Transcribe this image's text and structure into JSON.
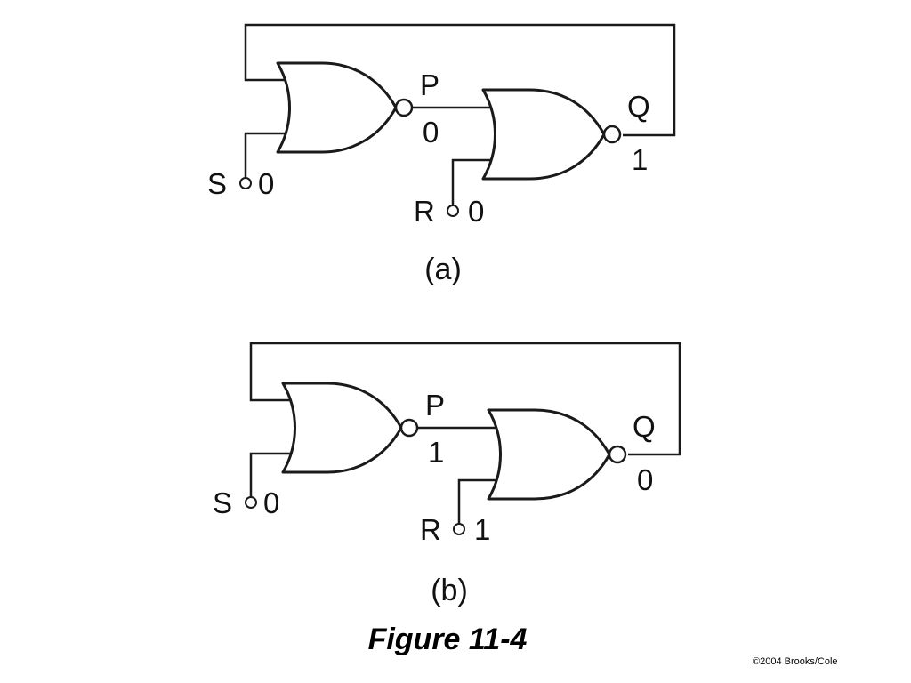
{
  "panels": [
    {
      "caption": "(a)",
      "labels": {
        "p": "P",
        "q": "Q",
        "s": "S",
        "r": "R"
      },
      "values": {
        "p": "0",
        "q": "1",
        "s": "0",
        "r": "0"
      }
    },
    {
      "caption": "(b)",
      "labels": {
        "p": "P",
        "q": "Q",
        "s": "S",
        "r": "R"
      },
      "values": {
        "p": "1",
        "q": "0",
        "s": "0",
        "r": "1"
      }
    }
  ],
  "figure_title": "Figure 11-4",
  "copyright": "©2004 Brooks/Cole"
}
